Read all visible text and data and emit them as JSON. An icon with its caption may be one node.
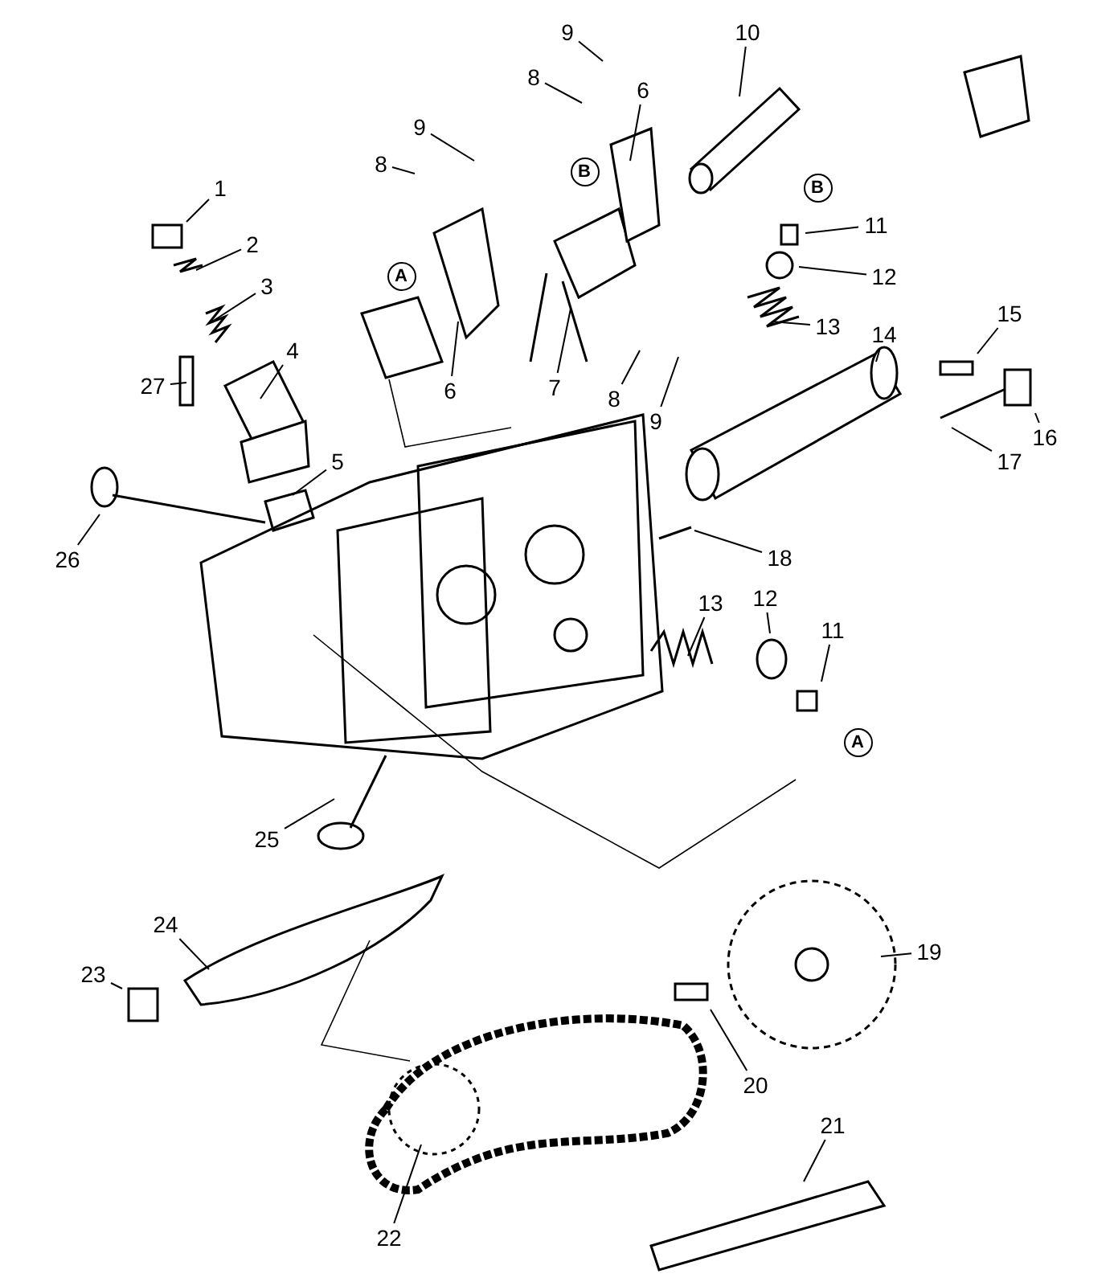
{
  "diagram": {
    "nodes": [
      {
        "text": [
          "9"
        ]
      },
      {
        "text": [
          "10"
        ]
      },
      {
        "text": [
          "8"
        ]
      },
      {
        "text": [
          "6"
        ]
      },
      {
        "text": [
          "9"
        ]
      },
      {
        "text": [
          "8"
        ]
      },
      {
        "text": [
          "B"
        ]
      },
      {
        "text": [
          "1"
        ]
      },
      {
        "text": [
          "B"
        ]
      },
      {
        "text": [
          "11"
        ]
      },
      {
        "text": [
          "2"
        ]
      },
      {
        "text": [
          "A"
        ]
      },
      {
        "text": [
          "12"
        ]
      },
      {
        "text": [
          "3"
        ]
      },
      {
        "text": [
          "13"
        ]
      },
      {
        "text": [
          "15"
        ]
      },
      {
        "text": [
          "14"
        ]
      },
      {
        "text": [
          "27"
        ]
      },
      {
        "text": [
          "4"
        ]
      },
      {
        "text": [
          "6"
        ]
      },
      {
        "text": [
          "7"
        ]
      },
      {
        "text": [
          "8"
        ]
      },
      {
        "text": [
          "9"
        ]
      },
      {
        "text": [
          "16"
        ]
      },
      {
        "text": [
          "17"
        ]
      },
      {
        "text": [
          "5"
        ]
      },
      {
        "text": [
          "26"
        ]
      },
      {
        "text": [
          "18"
        ]
      },
      {
        "text": [
          "13"
        ]
      },
      {
        "text": [
          "12"
        ]
      },
      {
        "text": [
          "11"
        ]
      },
      {
        "text": [
          "A"
        ]
      },
      {
        "text": [
          "25"
        ]
      },
      {
        "text": [
          "19"
        ]
      },
      {
        "text": [
          "24"
        ]
      },
      {
        "text": [
          "23"
        ]
      },
      {
        "text": [
          "20"
        ]
      },
      {
        "text": [
          "21"
        ]
      },
      {
        "text": [
          "22"
        ]
      }
    ],
    "edges": [
      {
        "from": 0,
        "to": null,
        "arrow": "none"
      },
      {
        "from": 1,
        "to": null,
        "arrow": "none"
      },
      {
        "from": 2,
        "to": null,
        "arrow": "none"
      },
      {
        "from": 3,
        "to": null,
        "arrow": "none"
      },
      {
        "from": 4,
        "to": null,
        "arrow": "none"
      },
      {
        "from": 5,
        "to": null,
        "arrow": "none"
      },
      {
        "from": 7,
        "to": null,
        "arrow": "none"
      },
      {
        "from": 9,
        "to": null,
        "arrow": "none"
      },
      {
        "from": 10,
        "to": null,
        "arrow": "none"
      },
      {
        "from": 12,
        "to": null,
        "arrow": "none"
      },
      {
        "from": 13,
        "to": null,
        "arrow": "none"
      },
      {
        "from": 14,
        "to": null,
        "arrow": "none"
      },
      {
        "from": 15,
        "to": null,
        "arrow": "none"
      },
      {
        "from": 16,
        "to": null,
        "arrow": "none"
      },
      {
        "from": 17,
        "to": null,
        "arrow": "none"
      },
      {
        "from": 18,
        "to": null,
        "arrow": "none"
      },
      {
        "from": 19,
        "to": null,
        "arrow": "none"
      },
      {
        "from": 20,
        "to": null,
        "arrow": "none"
      },
      {
        "from": 21,
        "to": null,
        "arrow": "none"
      },
      {
        "from": 22,
        "to": null,
        "arrow": "none"
      },
      {
        "from": 23,
        "to": null,
        "arrow": "none"
      },
      {
        "from": 24,
        "to": null,
        "arrow": "none"
      },
      {
        "from": 25,
        "to": null,
        "arrow": "none"
      },
      {
        "from": 26,
        "to": null,
        "arrow": "none"
      },
      {
        "from": 27,
        "to": null,
        "arrow": "none"
      },
      {
        "from": 28,
        "to": null,
        "arrow": "none"
      },
      {
        "from": 29,
        "to": null,
        "arrow": "none"
      },
      {
        "from": 30,
        "to": null,
        "arrow": "none"
      },
      {
        "from": 32,
        "to": null,
        "arrow": "none"
      },
      {
        "from": 33,
        "to": null,
        "arrow": "none"
      },
      {
        "from": 34,
        "to": null,
        "arrow": "none"
      },
      {
        "from": 35,
        "to": null,
        "arrow": "none"
      },
      {
        "from": 36,
        "to": null,
        "arrow": "none"
      },
      {
        "from": 37,
        "to": null,
        "arrow": "none"
      },
      {
        "from": 38,
        "to": null,
        "arrow": "none"
      }
    ]
  }
}
